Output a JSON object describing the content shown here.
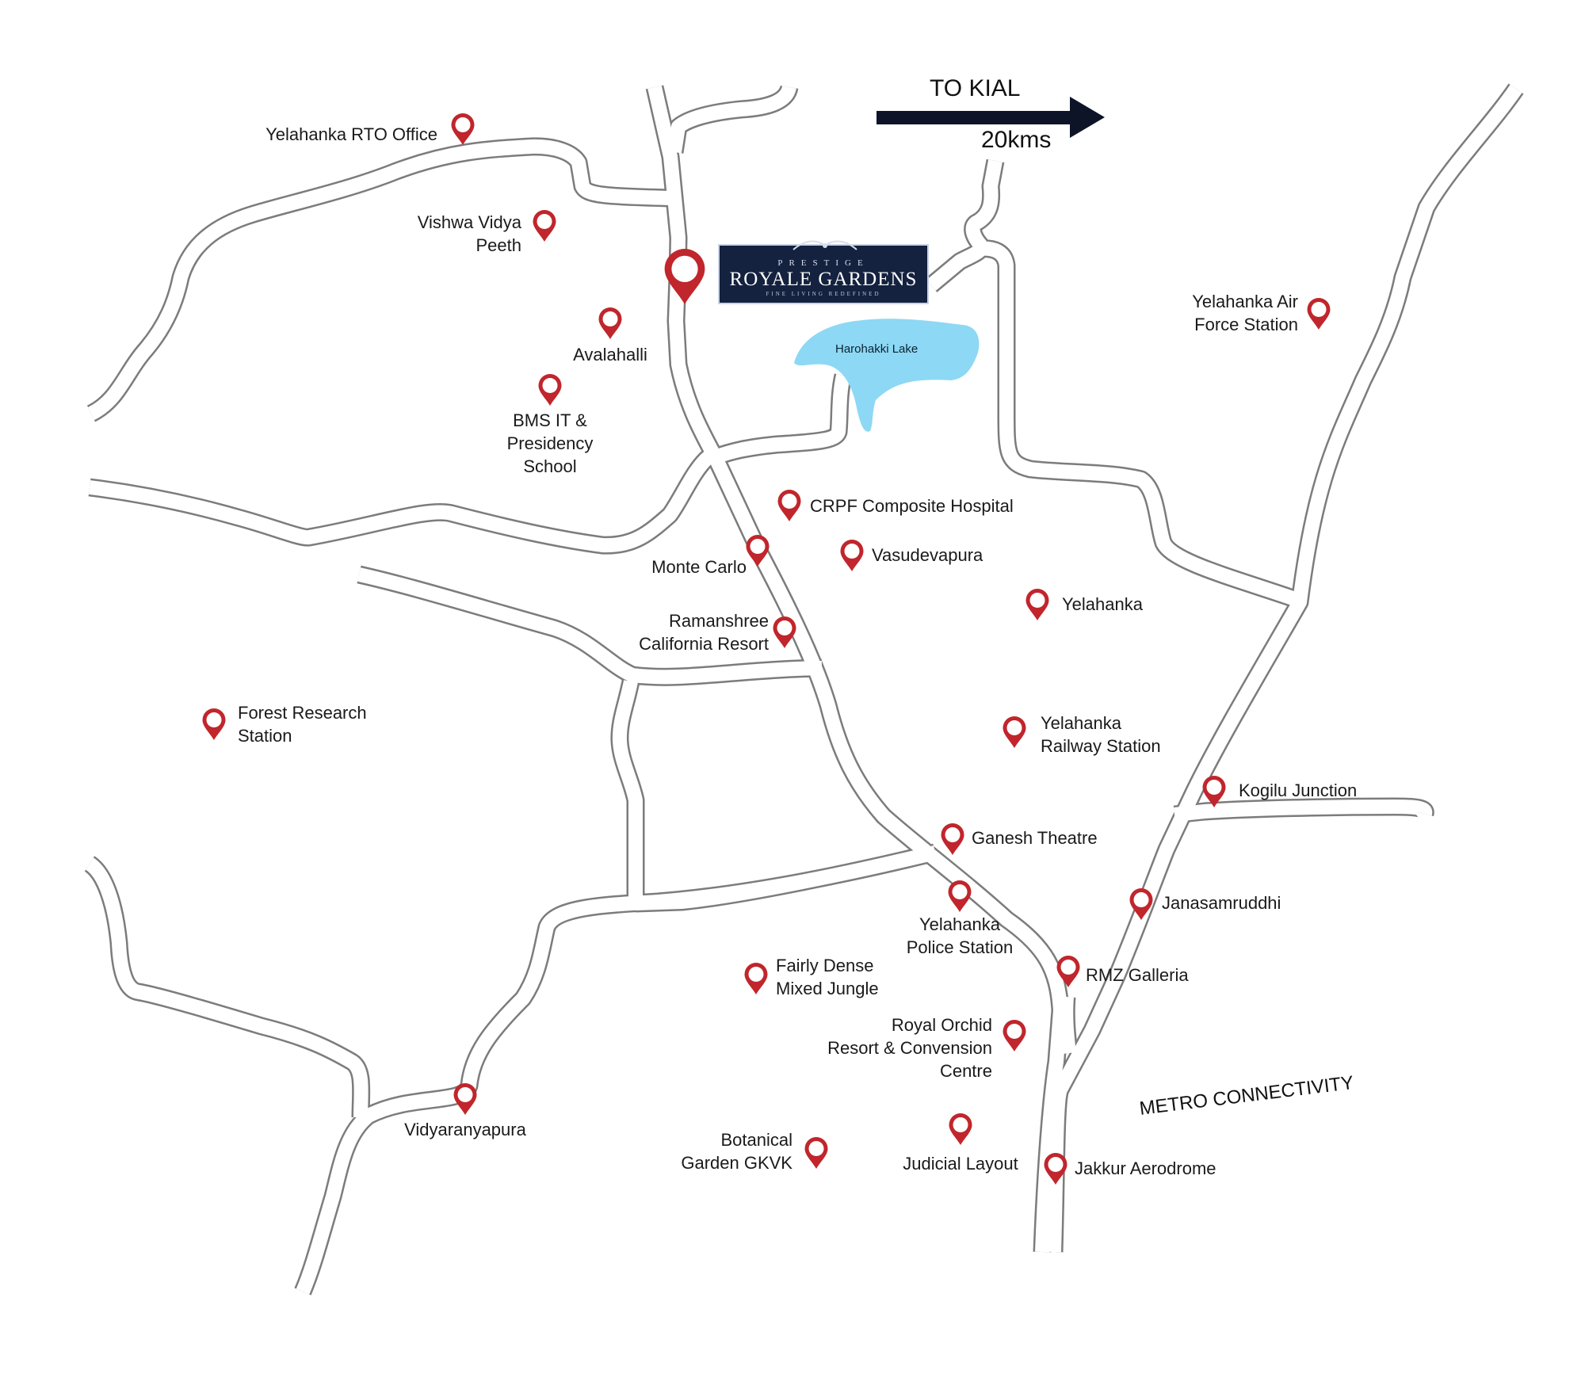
{
  "kial": {
    "title": "TO KIAL",
    "distance": "20kms"
  },
  "metro_label": "METRO CONNECTIVITY",
  "lake_label": "Harohakki Lake",
  "logo": {
    "line1": "PRESTIGE",
    "line2": "ROYALE GARDENS",
    "line3": "FINE LIVING REDEFINED"
  },
  "colors": {
    "pin": "#c0262c",
    "road_edge": "#7c7c7c",
    "lake": "#8dd8f4",
    "logo_bg": "#14213f",
    "arrow": "#0e1428"
  },
  "places": [
    {
      "id": "yelahanka-rto-office",
      "lines": [
        "Yelahanka RTO Office"
      ]
    },
    {
      "id": "vishwa-vidya-peeth",
      "lines": [
        "Vishwa Vidya",
        "Peeth"
      ]
    },
    {
      "id": "avalahalli",
      "lines": [
        "Avalahalli"
      ]
    },
    {
      "id": "bms-it-presidency-school",
      "lines": [
        "BMS IT &",
        "Presidency",
        "School"
      ]
    },
    {
      "id": "yelahanka-air-force-station",
      "lines": [
        "Yelahanka Air",
        "Force Station"
      ]
    },
    {
      "id": "crpf-composite-hospital",
      "lines": [
        "CRPF Composite Hospital"
      ]
    },
    {
      "id": "monte-carlo",
      "lines": [
        "Monte Carlo"
      ]
    },
    {
      "id": "vasudevapura",
      "lines": [
        "Vasudevapura"
      ]
    },
    {
      "id": "yelahanka",
      "lines": [
        "Yelahanka"
      ]
    },
    {
      "id": "ramanshree-california-resort",
      "lines": [
        "Ramanshree",
        "California Resort"
      ]
    },
    {
      "id": "forest-research-station",
      "lines": [
        "Forest Research",
        "Station"
      ]
    },
    {
      "id": "yelahanka-railway-station",
      "lines": [
        "Yelahanka",
        "Railway Station"
      ]
    },
    {
      "id": "kogilu-junction",
      "lines": [
        "Kogilu Junction"
      ]
    },
    {
      "id": "ganesh-theatre",
      "lines": [
        "Ganesh Theatre"
      ]
    },
    {
      "id": "janasamruddhi",
      "lines": [
        "Janasamruddhi"
      ]
    },
    {
      "id": "yelahanka-police-station",
      "lines": [
        "Yelahanka",
        "Police Station"
      ]
    },
    {
      "id": "rmz-galleria",
      "lines": [
        "RMZ Galleria"
      ]
    },
    {
      "id": "fairly-dense-mixed-jungle",
      "lines": [
        "Fairly Dense",
        "Mixed Jungle"
      ]
    },
    {
      "id": "royal-orchid-resort",
      "lines": [
        "Royal Orchid",
        "Resort & Convension",
        "Centre"
      ]
    },
    {
      "id": "vidyaranyapura",
      "lines": [
        "Vidyaranyapura"
      ]
    },
    {
      "id": "botanical-garden-gkvk",
      "lines": [
        "Botanical",
        "Garden GKVK"
      ]
    },
    {
      "id": "judicial-layout",
      "lines": [
        "Judicial Layout"
      ]
    },
    {
      "id": "jakkur-aerodrome",
      "lines": [
        "Jakkur Aerodrome"
      ]
    }
  ]
}
